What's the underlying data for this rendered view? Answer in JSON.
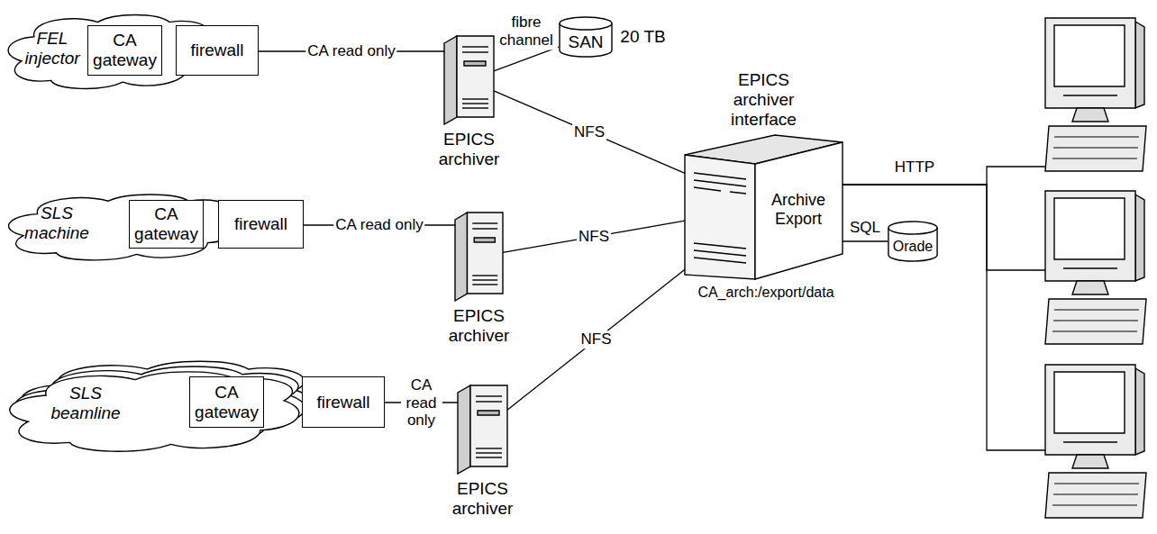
{
  "diagram": {
    "nodes": [
      {
        "text": [
          "FEL injector"
        ]
      },
      {
        "text": [
          "CA gateway"
        ],
        "in": 0
      },
      {
        "text": [
          "firewall"
        ]
      },
      {
        "text": [
          "EPICS archiver"
        ]
      },
      {
        "text": [
          "SAN",
          "20 TB"
        ]
      },
      {
        "text": [
          "SLS machine"
        ]
      },
      {
        "text": [
          "CA gateway"
        ],
        "in": 5
      },
      {
        "text": [
          "firewall"
        ]
      },
      {
        "text": [
          "EPICS archiver"
        ]
      },
      {
        "text": [
          "EPICS archiver interface",
          "Archive Export",
          "CA_arch:/export/data"
        ]
      },
      {
        "text": [
          "Orade"
        ]
      },
      {
        "text": [
          "SLS beamline"
        ]
      },
      {
        "text": [
          "CA gateway"
        ],
        "in": 11
      },
      {
        "text": [
          "firewall"
        ]
      },
      {
        "text": [
          "EPICS archiver"
        ]
      },
      {
        "text": []
      },
      {
        "text": []
      },
      {
        "text": []
      }
    ],
    "edges": [
      {
        "from": 1,
        "to": 2,
        "arrow": "none"
      },
      {
        "from": 2,
        "to": 3,
        "label": "CA read only",
        "arrow": "none"
      },
      {
        "from": 3,
        "to": 4,
        "label": "fibre channel",
        "arrow": "none"
      },
      {
        "from": 3,
        "to": 9,
        "label": "NFS",
        "arrow": "none"
      },
      {
        "from": 6,
        "to": 7,
        "arrow": "none"
      },
      {
        "from": 7,
        "to": 8,
        "label": "CA read only",
        "arrow": "none"
      },
      {
        "from": 8,
        "to": 9,
        "label": "NFS",
        "arrow": "none"
      },
      {
        "from": 12,
        "to": 13,
        "arrow": "none"
      },
      {
        "from": 13,
        "to": 14,
        "label": "CA read only",
        "arrow": "none"
      },
      {
        "from": 14,
        "to": 9,
        "label": "NFS",
        "arrow": "none"
      },
      {
        "from": 9,
        "to": 10,
        "label": "SQL",
        "arrow": "none"
      },
      {
        "from": 9,
        "to": 15,
        "label": "HTTP",
        "arrow": "none"
      },
      {
        "from": 9,
        "to": 16,
        "arrow": "none"
      },
      {
        "from": 9,
        "to": 17,
        "arrow": "none"
      }
    ]
  }
}
